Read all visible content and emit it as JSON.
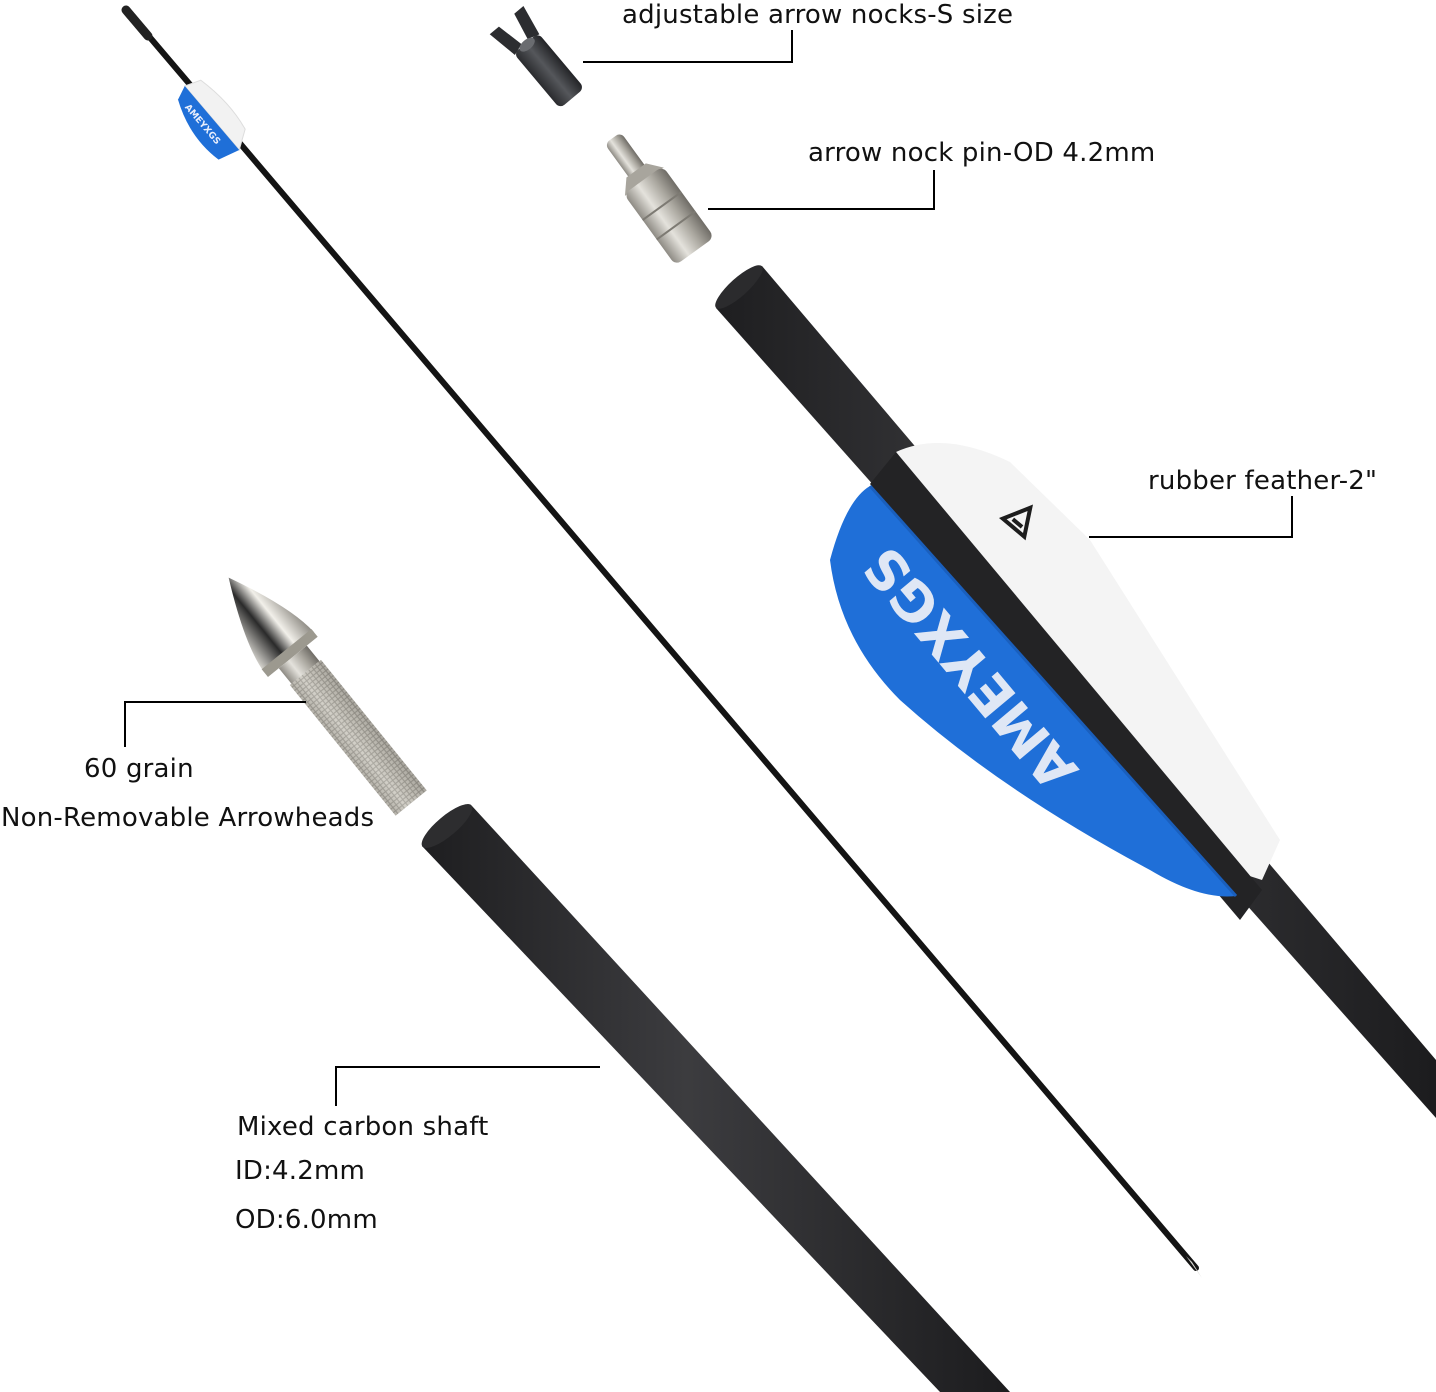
{
  "image": {
    "background": "#ffffff",
    "brand_text_on_vane": "AMEYXGS",
    "colors": {
      "shaft": "#2e2e30",
      "vane_blue": "#1f6fd8",
      "vane_white": "#f4f4f4",
      "metal": "#b9b6ad",
      "text": "#111111"
    }
  },
  "callouts": {
    "nock": {
      "label": "adjustable arrow nocks-S size"
    },
    "nock_pin": {
      "label": "arrow nock pin-OD 4.2mm"
    },
    "feather": {
      "label": "rubber feather-2\""
    },
    "arrowhead": {
      "line1": "60 grain",
      "line2": "Non-Removable Arrowheads"
    },
    "shaft": {
      "line1": "Mixed carbon shaft",
      "line2": "ID:4.2mm",
      "line3": "OD:6.0mm"
    }
  }
}
